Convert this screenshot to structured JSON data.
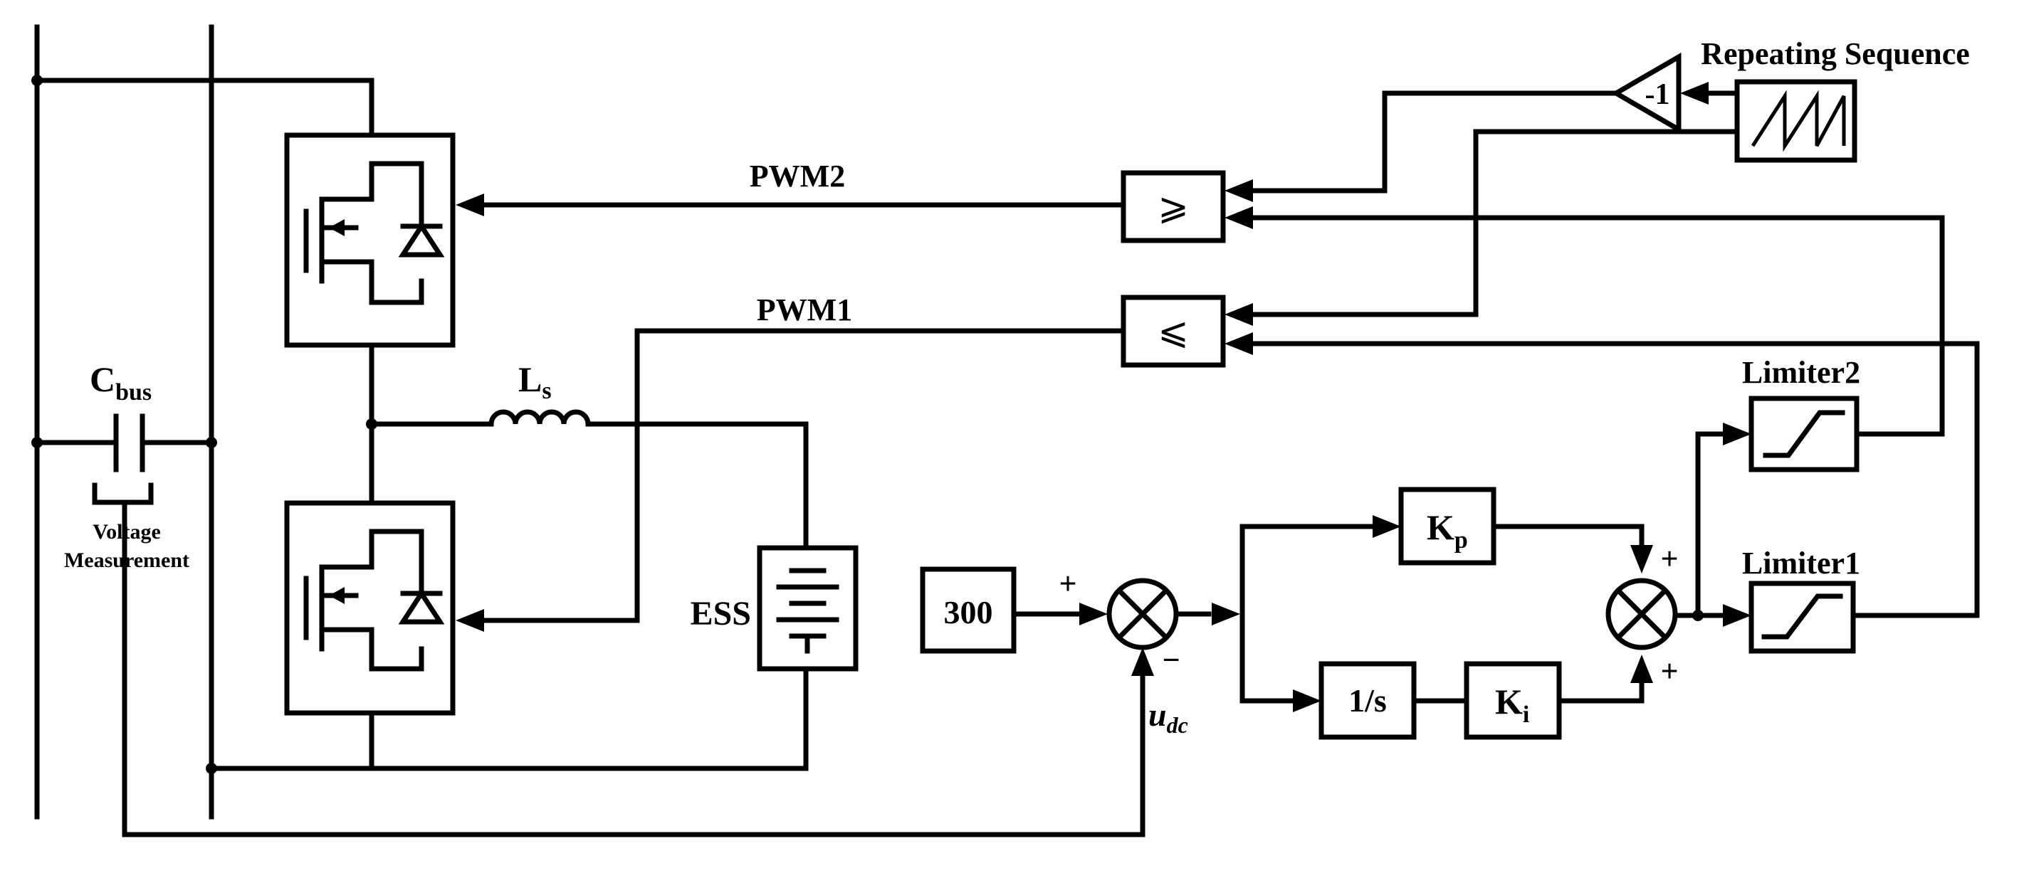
{
  "labels": {
    "pwm2": "PWM2",
    "pwm1": "PWM1",
    "repeating_sequence": "Repeating Sequence",
    "gain_neg1": "-1",
    "limiter2": "Limiter2",
    "limiter1": "Limiter1",
    "cbus_main": "C",
    "cbus_sub": "bus",
    "voltage_line1": "Voltage",
    "voltage_line2": "Measurement",
    "ls_main": "L",
    "ls_sub": "s",
    "ess": "ESS",
    "setpoint": "300",
    "kp_main": "K",
    "kp_sub": "p",
    "ki_main": "K",
    "ki_sub": "i",
    "integrator": "1/s",
    "udc_main": "u",
    "udc_sub": "dc",
    "plus_setpoint": "+",
    "minus_udc": "−",
    "plus_kp": "+",
    "plus_ki": "+",
    "comparator_ge": "⩾",
    "comparator_le": "⩽"
  }
}
